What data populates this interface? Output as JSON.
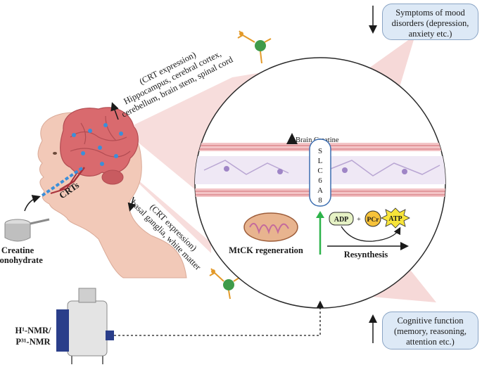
{
  "colors": {
    "cone": "#f6d9d8",
    "box_fill": "#dde9f6",
    "box_border": "#8aa4c4",
    "up_arrow": "#2db34a",
    "vessel": "#e8a0a4",
    "neuron": "#b9a6d3",
    "brain": "#d96a6e",
    "skin": "#f2c9b8",
    "atp_burst": "#f7e43a",
    "pcr_fill": "#f6c23a",
    "adp_fill": "#e6f2c5"
  },
  "boxes": {
    "mood": {
      "line1": "Symptoms of mood",
      "line2": "disorders (depression,",
      "line3": "anxiety etc.)"
    },
    "cognitive": {
      "line1": "Cognitive function",
      "line2": "(memory, reasoning,",
      "line3": "attention etc.)"
    }
  },
  "labels": {
    "crt_expression_top_1": "(CRT expression)",
    "crt_expression_top_2": "Hippocampus, cerebral cortex,",
    "crt_expression_top_3": "cerebellum, brain stem, spinal cord",
    "crt_expression_bottom_1": "(CRT expression)",
    "crt_expression_bottom_2": "basal ganglia, white matter",
    "crts": "CRTs",
    "creatine_1": "Creatine",
    "creatine_2": "monohydrate",
    "nmr_1": "H¹-NMR/",
    "nmr_2": "P³¹-NMR",
    "brain_creatine": "Brain Creatine",
    "transporter": [
      "S",
      "L",
      "C",
      "6",
      "A",
      "8"
    ],
    "mtck": "MtCK regeneration",
    "resynthesis": "Resynthesis",
    "adp": "ADP",
    "plus": "+",
    "pcr": "PCr",
    "atp": "ATP"
  },
  "icons": [
    "neuron-icon",
    "brain-icon",
    "head-icon",
    "scoop-icon",
    "mitochondria-icon",
    "nmr-machine-icon"
  ]
}
